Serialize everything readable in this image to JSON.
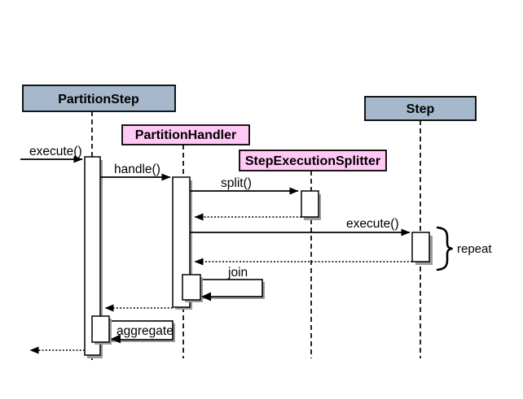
{
  "participants": [
    {
      "label": "PartitionStep",
      "fill": "#a5b8cc"
    },
    {
      "label": "PartitionHandler",
      "fill": "#ffc8f5"
    },
    {
      "label": "StepExecutionSplitter",
      "fill": "#ffc8f5"
    },
    {
      "label": "Step",
      "fill": "#a5b8cc"
    }
  ],
  "messages": {
    "execute1": "execute()",
    "handle": "handle()",
    "split": "split()",
    "execute2": "execute()",
    "join": "join",
    "aggregate": "aggregate"
  },
  "annotations": {
    "repeat": "repeat"
  },
  "colors": {
    "line": "#000000",
    "shadow": "#9c9c9c",
    "background": "#ffffff"
  }
}
